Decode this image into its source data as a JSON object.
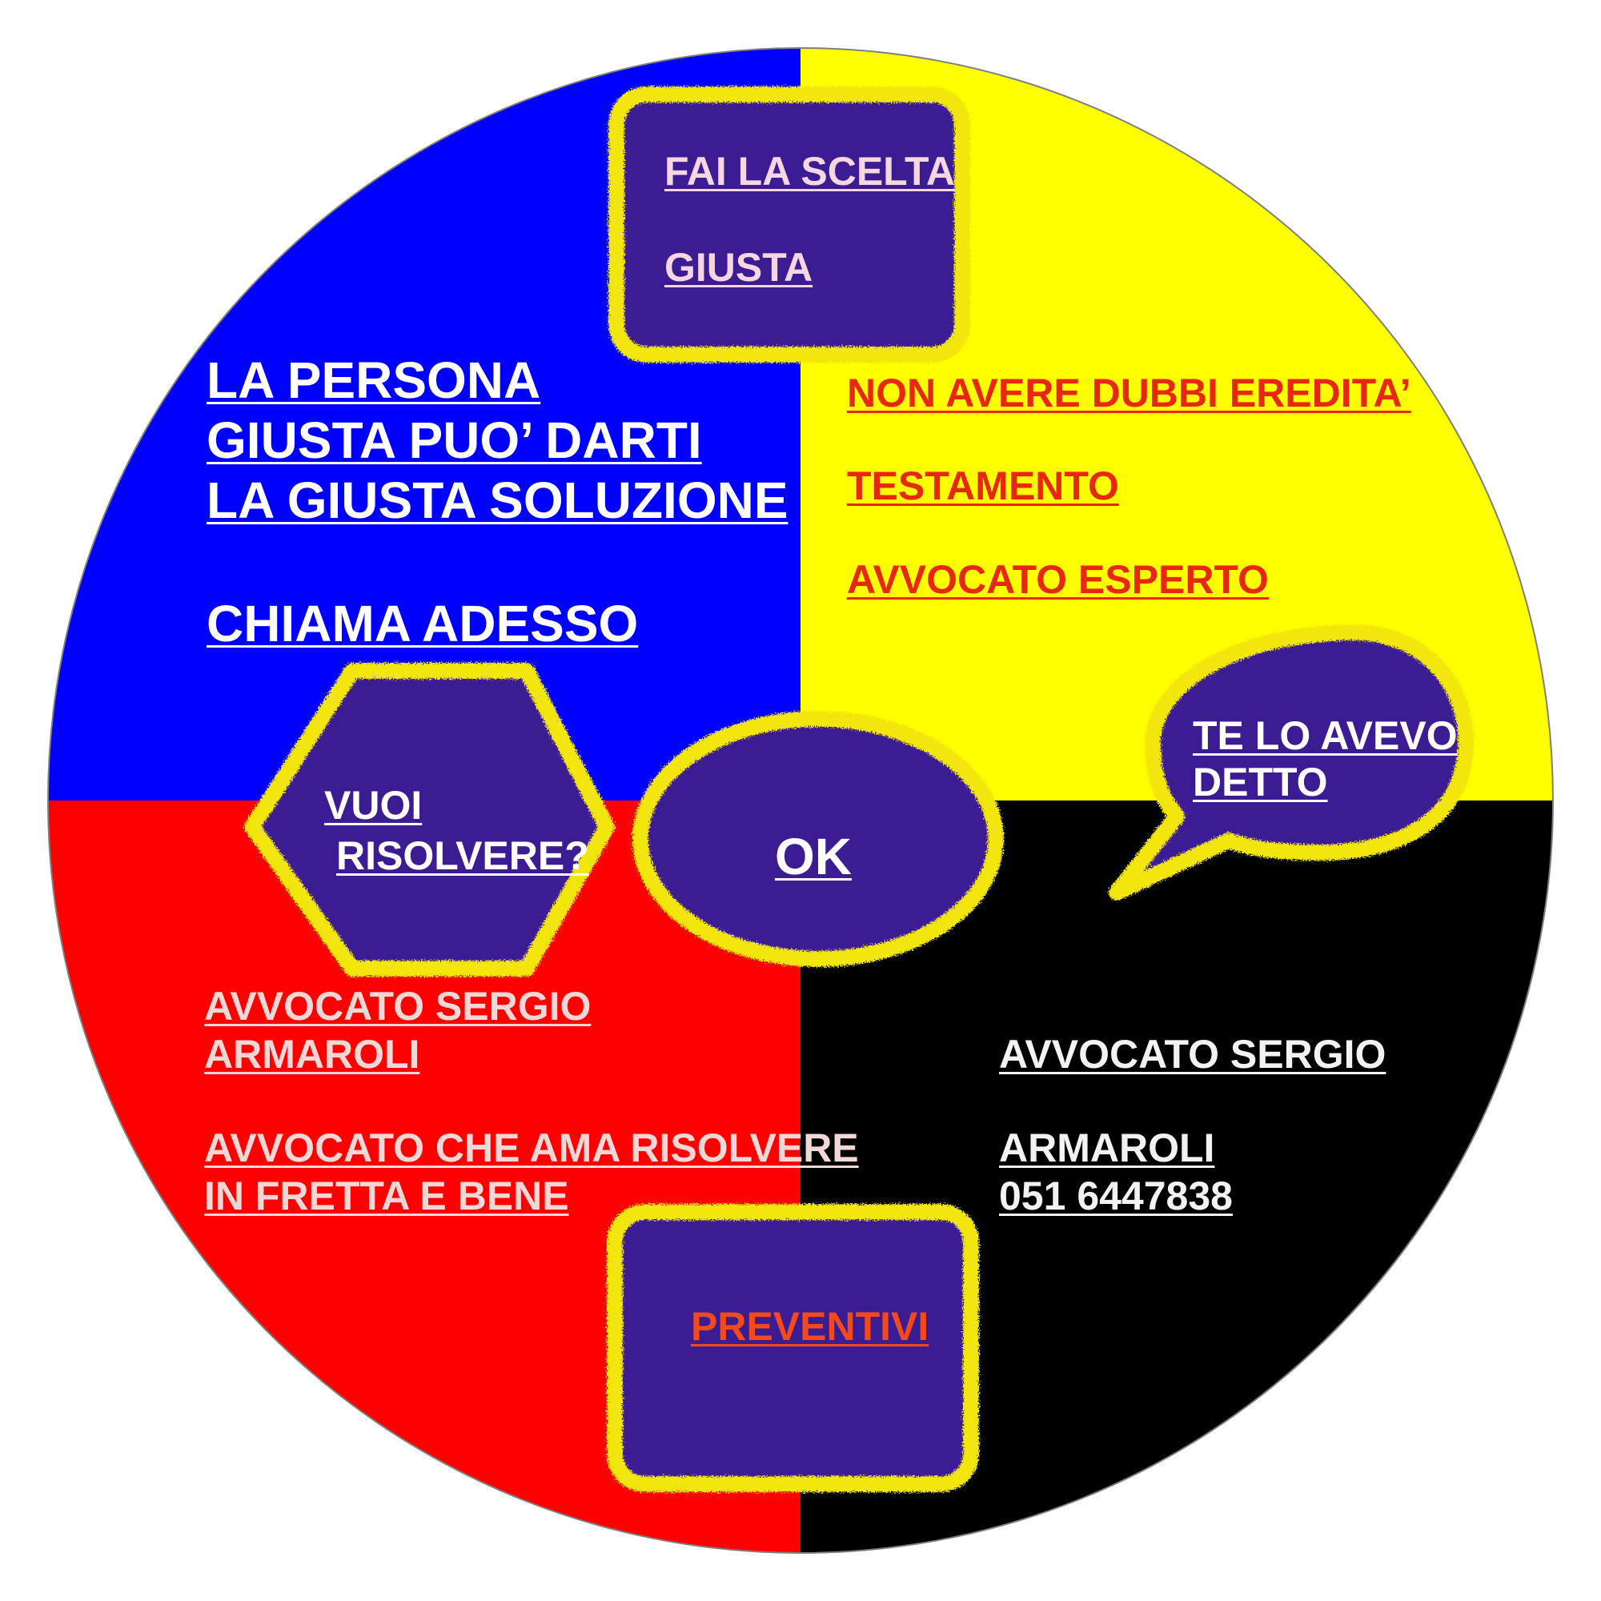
{
  "colors": {
    "blue": "#0000ff",
    "yellow": "#ffff00",
    "red": "#ff0000",
    "black": "#000000",
    "shape_fill": "#3a1b93",
    "shape_border": "#f2e60f",
    "outline": "#7f7f7f"
  },
  "top_box": {
    "line1": "FAI LA SCELTA",
    "line2": "GIUSTA"
  },
  "blue_quadrant": {
    "line1": "LA PERSONA",
    "line2": "GIUSTA PUO’ DARTI",
    "line3": "LA GIUSTA SOLUZIONE",
    "line4": "CHIAMA ADESSO"
  },
  "yellow_quadrant": {
    "line1": "NON AVERE DUBBI EREDITA’",
    "line2": "TESTAMENTO",
    "line3": "AVVOCATO ESPERTO"
  },
  "hexagon": {
    "line1": "VUOI",
    "line2": "RISOLVERE?"
  },
  "center_oval": {
    "label": "OK"
  },
  "speech_bubble": {
    "line1": "TE LO AVEVO",
    "line2": "DETTO"
  },
  "red_quadrant": {
    "line1": "AVVOCATO SERGIO",
    "line2": "ARMAROLI",
    "line3": "AVVOCATO CHE AMA RISOLVERE",
    "line4": "IN FRETTA E BENE"
  },
  "black_quadrant": {
    "line1": "AVVOCATO SERGIO",
    "line2": "ARMAROLI",
    "line3": "051 6447838"
  },
  "bottom_box": {
    "label": "PREVENTIVI"
  }
}
